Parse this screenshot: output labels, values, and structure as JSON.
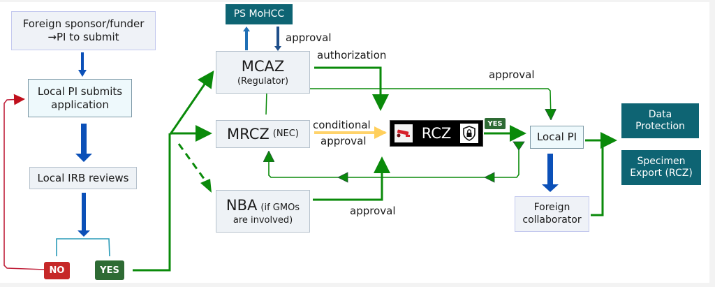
{
  "colors": {
    "flow_blue": "#0b50b8",
    "flow_green": "#0a8a0a",
    "reject_red": "#c0202c",
    "conditional_yellow": "#ffd36b",
    "teal": "#0e6473",
    "yes_green": "#2e6b34",
    "no_red": "#c62828"
  },
  "nodes": {
    "foreign_sponsor": {
      "line1": "Foreign sponsor/funder",
      "line2": "→PI to submit"
    },
    "local_pi_submits": {
      "line1": "Local PI submits",
      "line2": "application"
    },
    "local_irb": {
      "label": "Local IRB reviews"
    },
    "decision": {
      "no": "NO",
      "yes": "YES"
    },
    "ps_mohcc": {
      "label": "PS MoHCC"
    },
    "mcaz": {
      "name": "MCAZ",
      "sub": "(Regulator)"
    },
    "mrcz": {
      "name": "MRCZ",
      "sub": "(NEC)"
    },
    "nba": {
      "name": "NBA",
      "sub1": "(if GMOs",
      "sub2": "are involved)"
    },
    "rcz": {
      "label": "RCZ",
      "badge": "YES",
      "left_icon": "syringe-icon",
      "right_icon": "shield-lock-icon"
    },
    "local_pi": {
      "label": "Local PI"
    },
    "foreign_collaborator": {
      "line1": "Foreign",
      "line2": "collaborator"
    },
    "data_protection": {
      "line1": "Data",
      "line2": "Protection"
    },
    "specimen_export": {
      "line1": "Specimen",
      "line2": "Export (RCZ)"
    }
  },
  "edge_labels": {
    "mohcc_approval": "approval",
    "authorization": "authorization",
    "mcaz_approval": "approval",
    "conditional_line1": "conditional",
    "conditional_line2": "approval",
    "nba_approval": "approval"
  }
}
